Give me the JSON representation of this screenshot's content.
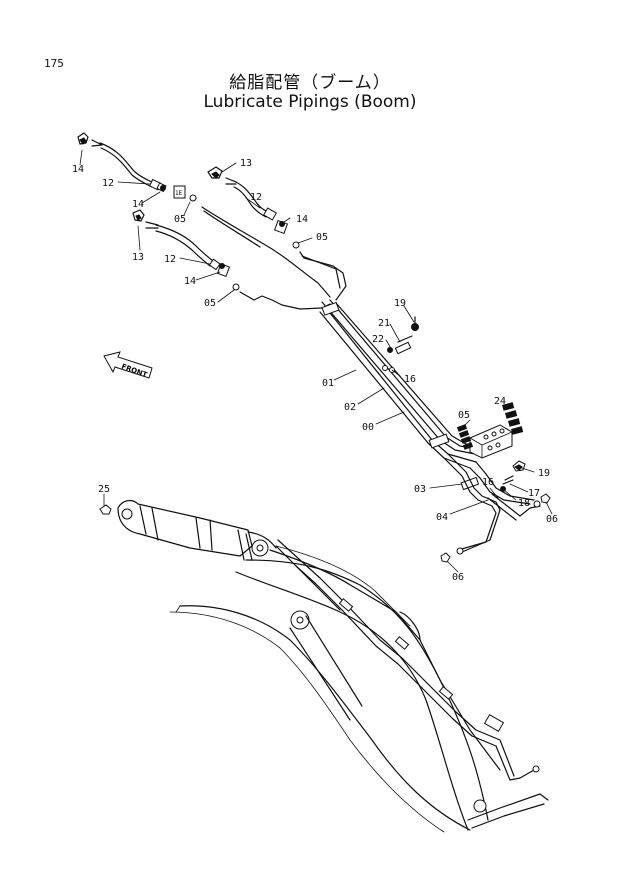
{
  "page_number": "175",
  "title_jp": "給脂配管（ブーム）",
  "title_en": "Lubricate Pipings (Boom)",
  "front_arrow_label": "FRONT",
  "block_label": "1E",
  "part_labels": {
    "l14a": "14",
    "l12a": "12",
    "l14b": "14",
    "l05a": "05",
    "l13a": "13",
    "l13b": "13",
    "l12b": "12",
    "l14c": "14",
    "l05b": "05",
    "l12c": "12",
    "l14d": "14",
    "l05c": "05",
    "l19a": "19",
    "l21": "21",
    "l22": "22",
    "l16a": "16",
    "l01": "01",
    "l02": "02",
    "l00": "00",
    "l05d": "05",
    "l24": "24",
    "l19b": "19",
    "l03": "03",
    "l16b": "16",
    "l17": "17",
    "l18": "18",
    "l04": "04",
    "l06a": "06",
    "l06b": "06",
    "l25": "25"
  }
}
